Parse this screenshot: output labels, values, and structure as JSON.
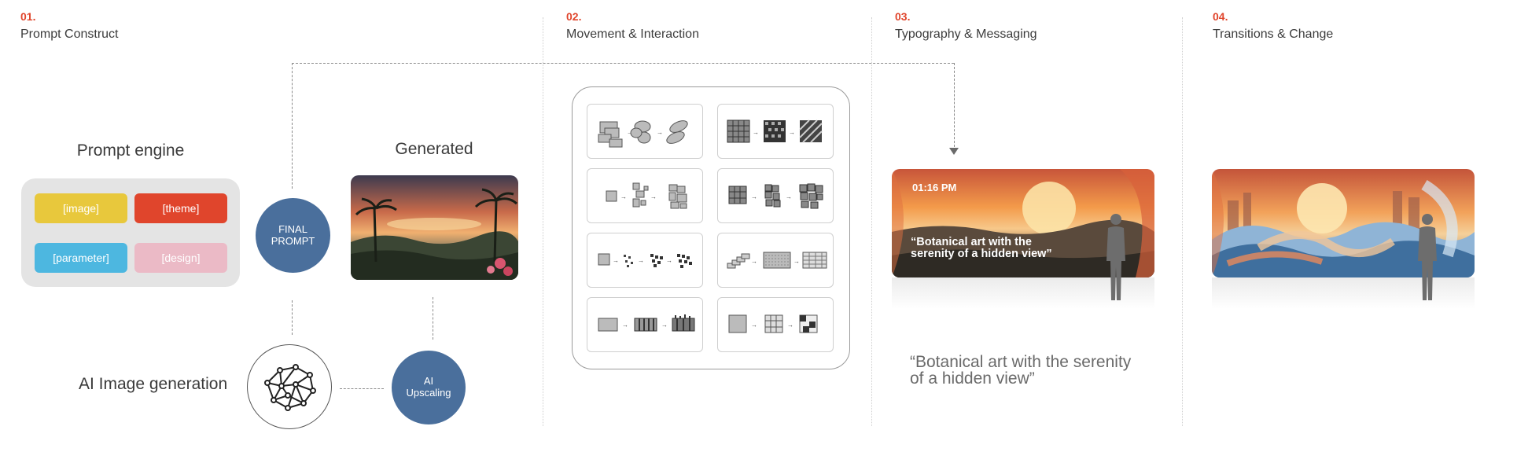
{
  "sections": [
    {
      "number": "01.",
      "title": "Prompt Construct"
    },
    {
      "number": "02.",
      "title": "Movement & Interaction"
    },
    {
      "number": "03.",
      "title": "Typography & Messaging"
    },
    {
      "number": "04.",
      "title": "Transitions & Change"
    }
  ],
  "prompt_engine": {
    "label": "Prompt engine",
    "tags": [
      "[image]",
      "[theme]",
      "[parameter]",
      "[design]"
    ],
    "tag_colors": [
      "#e8c83c",
      "#e0452c",
      "#4db7e0",
      "#ebbac6"
    ]
  },
  "generated_label": "Generated",
  "final_prompt": {
    "line1": "FINAL",
    "line2": "PROMPT",
    "color": "#4a6f9c"
  },
  "ai_image_generation_label": "AI Image generation",
  "ai_upscaling": {
    "line1": "AI",
    "line2": "Upscaling",
    "color": "#4a6f9c"
  },
  "display": {
    "time": "01:16 PM",
    "overlay_line1": "“Botanical art with the",
    "overlay_line2": "serenity of a hidden view”"
  },
  "quote": {
    "line1": "“Botanical art with the serenity",
    "line2": "of a hidden view”"
  },
  "colors": {
    "accent": "#e0452c",
    "circle_blue": "#4a6f9c"
  }
}
